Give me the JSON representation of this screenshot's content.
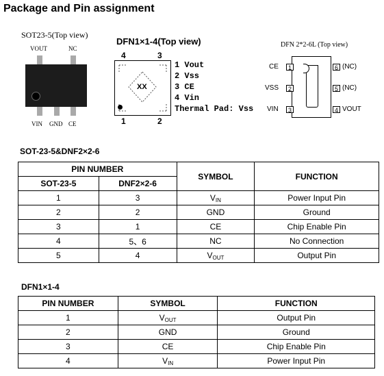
{
  "page_title": "Package and Pin assignment",
  "sot23": {
    "title": "SOT23-5(Top view)",
    "top_labels": [
      "VOUT",
      "NC"
    ],
    "bottom_labels": [
      "VIN",
      "GND",
      "CE"
    ]
  },
  "dfn1x1": {
    "title": "DFN1×1-4(Top view)",
    "marking": "XX",
    "corner_numbers": [
      "4",
      "3",
      "1",
      "2"
    ],
    "pins": [
      "1 Vout",
      "2 Vss",
      "3 CE",
      "4 Vin",
      "Thermal Pad: Vss"
    ]
  },
  "dfn2x2": {
    "title": "DFN 2*2-6L (Top view)",
    "left_pins": [
      {
        "label": "CE",
        "num": "1"
      },
      {
        "label": "VSS",
        "num": "2"
      },
      {
        "label": "VIN",
        "num": "3"
      }
    ],
    "right_pins": [
      {
        "label": "(NC)",
        "num": "6"
      },
      {
        "label": "(NC)",
        "num": "5"
      },
      {
        "label": "VOUT",
        "num": "4"
      }
    ]
  },
  "table1": {
    "title": "SOT-23-5&DNF2×2-6",
    "header_group": "PIN NUMBER",
    "col_a": "SOT-23-5",
    "col_b": "DNF2×2-6",
    "col_symbol": "SYMBOL",
    "col_function": "FUNCTION",
    "rows": [
      {
        "a": "1",
        "b": "3",
        "sym": "V",
        "sub": "IN",
        "func": "Power Input Pin"
      },
      {
        "a": "2",
        "b": "2",
        "sym": "GND",
        "sub": "",
        "func": "Ground"
      },
      {
        "a": "3",
        "b": "1",
        "sym": "CE",
        "sub": "",
        "func": "Chip Enable Pin"
      },
      {
        "a": "4",
        "b": "5、6",
        "sym": "NC",
        "sub": "",
        "func": "No Connection"
      },
      {
        "a": "5",
        "b": "4",
        "sym": "V",
        "sub": "OUT",
        "func": "Output Pin"
      }
    ]
  },
  "table2": {
    "title": "DFN1×1-4",
    "col_pin": "PIN NUMBER",
    "col_symbol": "SYMBOL",
    "col_function": "FUNCTION",
    "rows": [
      {
        "pin": "1",
        "sym": "V",
        "sub": "OUT",
        "func": "Output Pin"
      },
      {
        "pin": "2",
        "sym": "GND",
        "sub": "",
        "func": "Ground"
      },
      {
        "pin": "3",
        "sym": "CE",
        "sub": "",
        "func": "Chip Enable Pin"
      },
      {
        "pin": "4",
        "sym": "V",
        "sub": "IN",
        "func": "Power Input Pin"
      }
    ]
  }
}
